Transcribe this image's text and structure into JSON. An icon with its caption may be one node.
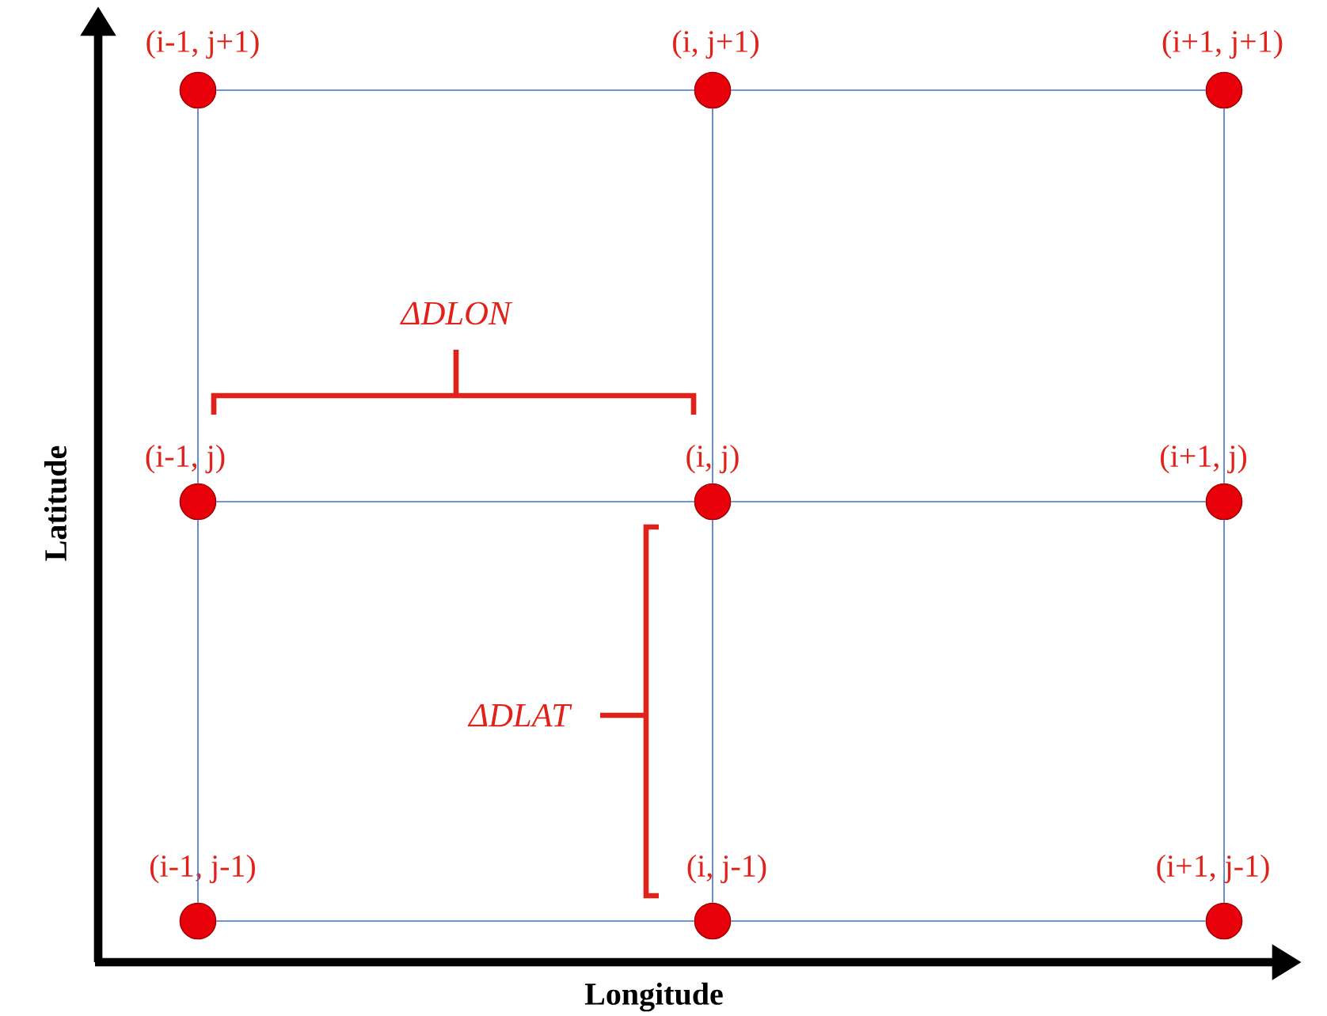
{
  "diagram": {
    "nodes": [
      {
        "text": [],
        "shape": "circle",
        "beside": [
          "(i-1, j+1)"
        ]
      },
      {
        "text": [],
        "shape": "circle",
        "beside": [
          "(i, j+1)"
        ]
      },
      {
        "text": [],
        "shape": "circle",
        "beside": [
          "(i+1, j+1)"
        ]
      },
      {
        "text": [],
        "shape": "circle",
        "beside": [
          "(i-1, j)"
        ]
      },
      {
        "text": [],
        "shape": "circle",
        "beside": [
          "(i, j)"
        ]
      },
      {
        "text": [],
        "shape": "circle",
        "beside": [
          "(i+1, j)"
        ]
      },
      {
        "text": [],
        "shape": "circle",
        "beside": [
          "(i-1, j-1)"
        ]
      },
      {
        "text": [],
        "shape": "circle",
        "beside": [
          "(i, j-1)"
        ]
      },
      {
        "text": [],
        "shape": "circle",
        "beside": [
          "(i+1, j-1)"
        ]
      }
    ],
    "edges": [
      {
        "from": 0,
        "to": 1,
        "arrow": "none"
      },
      {
        "from": 1,
        "to": 2,
        "arrow": "none"
      },
      {
        "from": 3,
        "to": 4,
        "arrow": "none"
      },
      {
        "from": 4,
        "to": 5,
        "arrow": "none"
      },
      {
        "from": 6,
        "to": 7,
        "arrow": "none"
      },
      {
        "from": 7,
        "to": 8,
        "arrow": "none"
      },
      {
        "from": 0,
        "to": 3,
        "arrow": "none"
      },
      {
        "from": 3,
        "to": 6,
        "arrow": "none"
      },
      {
        "from": 1,
        "to": 4,
        "arrow": "none"
      },
      {
        "from": 4,
        "to": 7,
        "arrow": "none"
      },
      {
        "from": 2,
        "to": 5,
        "arrow": "none"
      },
      {
        "from": 5,
        "to": 8,
        "arrow": "none"
      }
    ],
    "labels": [
      "ΔDLON",
      "ΔDLAT",
      "Latitude",
      "Longitude"
    ]
  }
}
